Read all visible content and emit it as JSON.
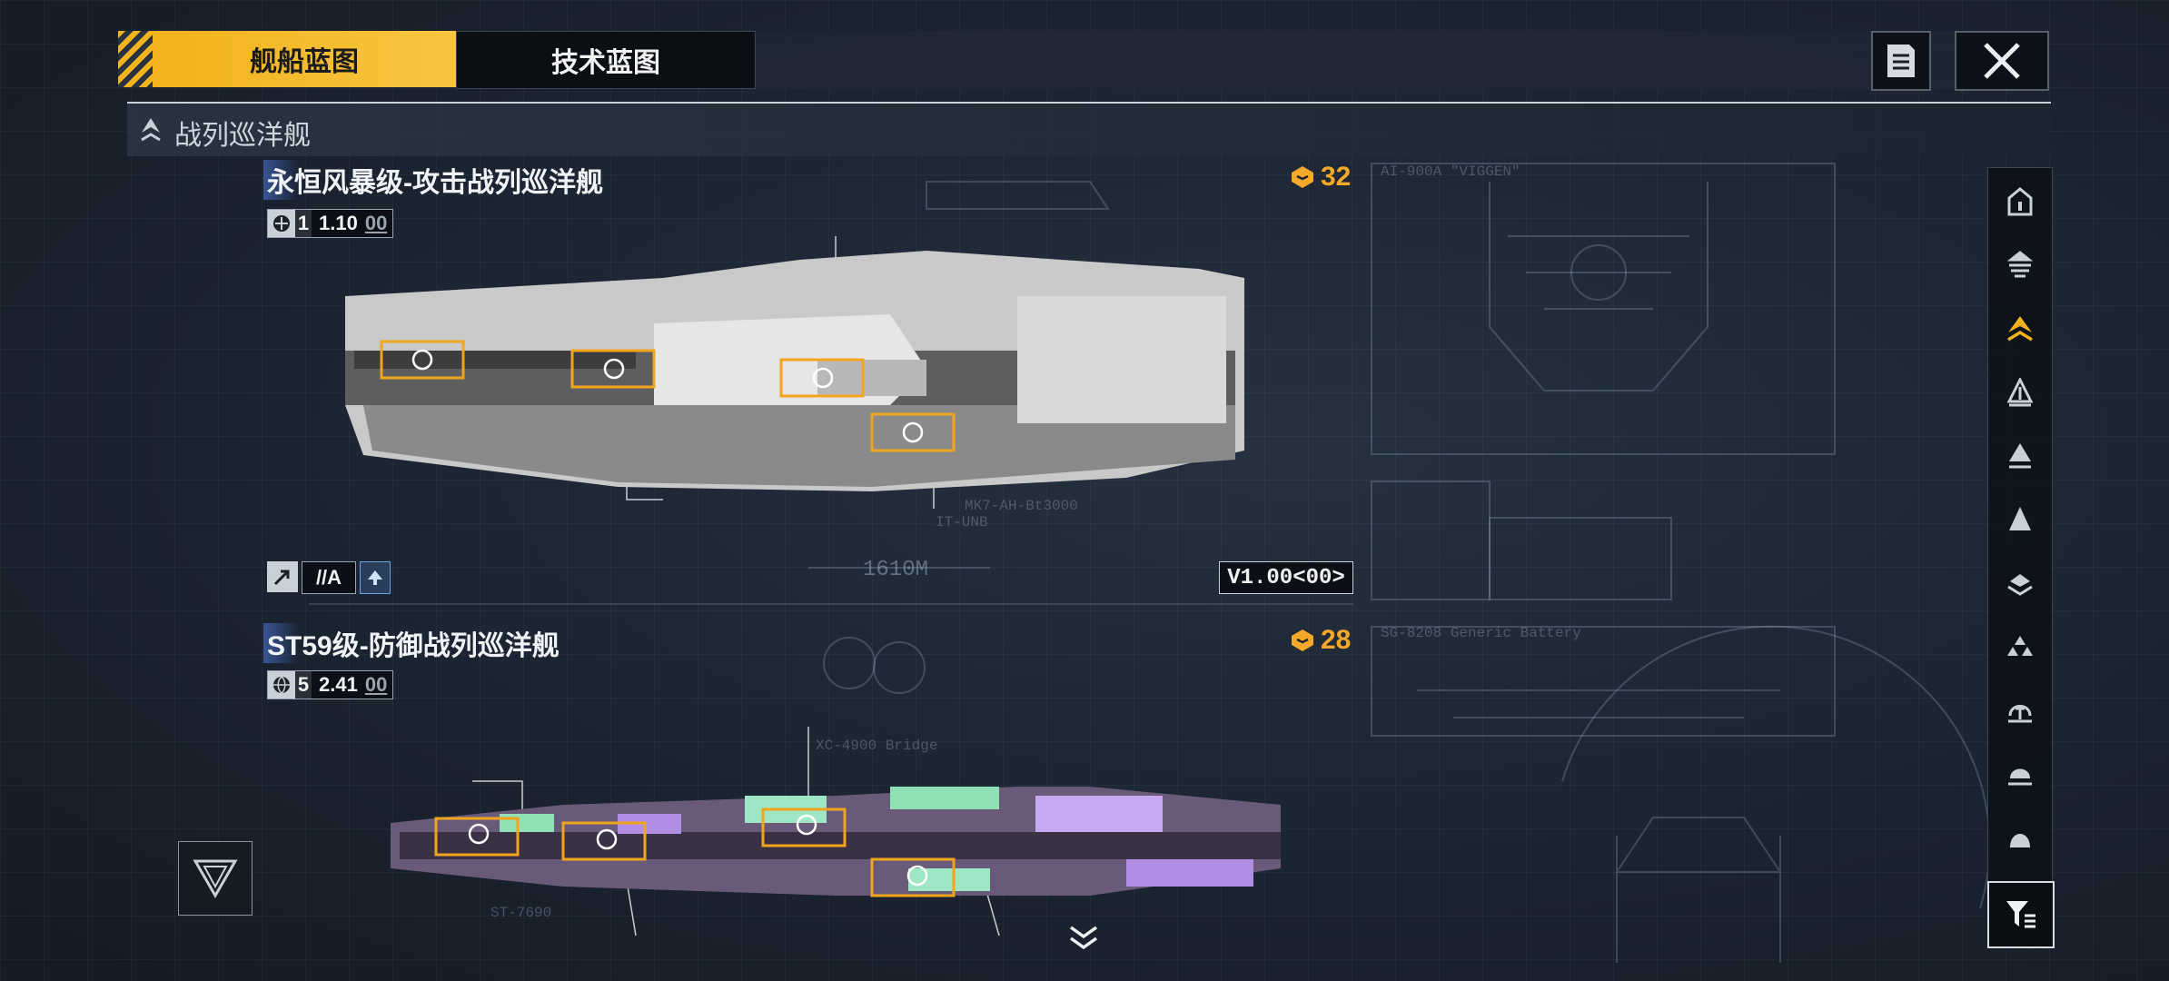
{
  "tabs": [
    {
      "label": "舰船蓝图",
      "active": true
    },
    {
      "label": "技术蓝图",
      "active": false
    }
  ],
  "section": {
    "label": "战列巡洋舰"
  },
  "ships": [
    {
      "name": "永恒风暴级-攻击战列巡洋舰",
      "cost": "32",
      "level": "1",
      "rating": "1.10",
      "rating_suffix": "00",
      "badge": "//A",
      "version": "V1.00<00>",
      "length": "1610M"
    },
    {
      "name": "ST59级-防御战列巡洋舰",
      "cost": "28",
      "level": "5",
      "rating": "2.41",
      "rating_suffix": "00"
    }
  ],
  "sidebar": {
    "items": [
      "frigate-icon",
      "destroyer-icon",
      "cruiser-icon",
      "battlecruiser-icon",
      "auxiliary-icon",
      "carrier-icon",
      "battleship-icon",
      "corvette-icon",
      "station-icon",
      "dreadnought-icon",
      "flagship-icon"
    ],
    "selected_index": 2
  },
  "colors": {
    "accent": "#f2b31c",
    "cost": "#f4a92a",
    "background": "#1a2330"
  }
}
